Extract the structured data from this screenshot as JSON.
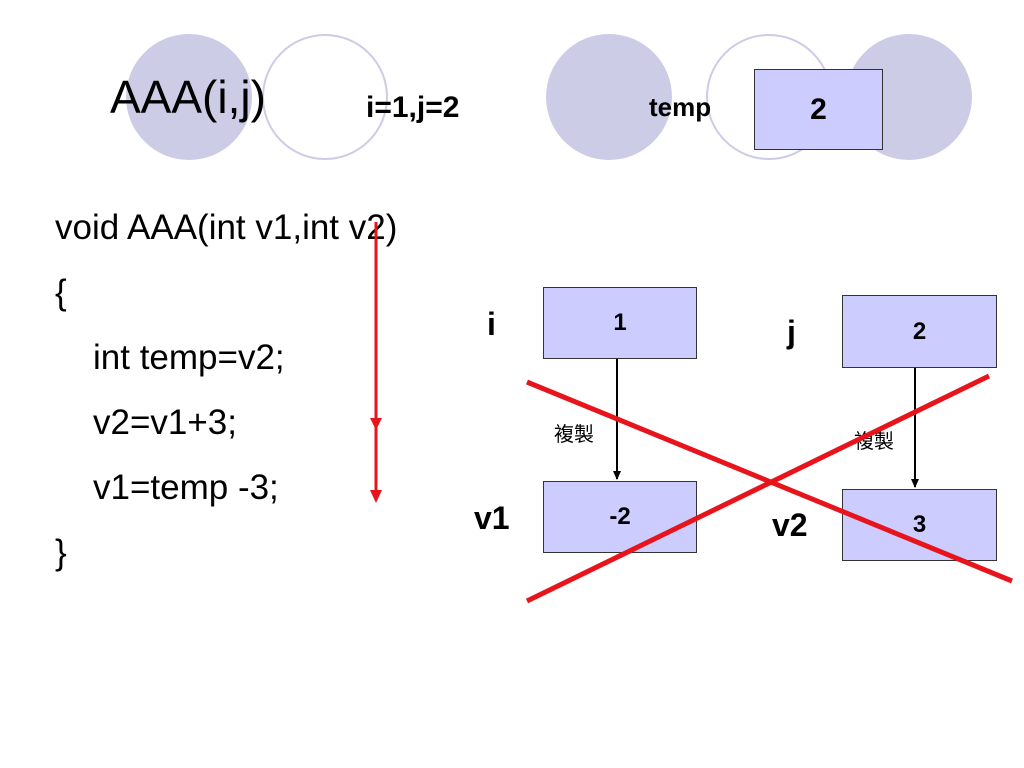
{
  "slide": {
    "title": "AAA(i,j)",
    "call_args": "i=1,j=2",
    "temp": {
      "label": "temp",
      "value": "2"
    },
    "code": {
      "lines": [
        "void AAA(int v1,int v2)",
        "{",
        "int temp=v2;",
        "v2=v1+3;",
        "v1=temp -3;",
        "}"
      ]
    },
    "boxes": {
      "i": {
        "label": "i",
        "value": "1"
      },
      "j": {
        "label": "j",
        "value": "2"
      },
      "v1": {
        "label": "v1",
        "value": "-2"
      },
      "v2": {
        "label": "v2",
        "value": "3"
      }
    },
    "copy_label": "複製",
    "colors": {
      "box_fill": "#CCCCFF",
      "circle_fill": "#CCCCE6",
      "accent_red": "#E8141C"
    }
  }
}
